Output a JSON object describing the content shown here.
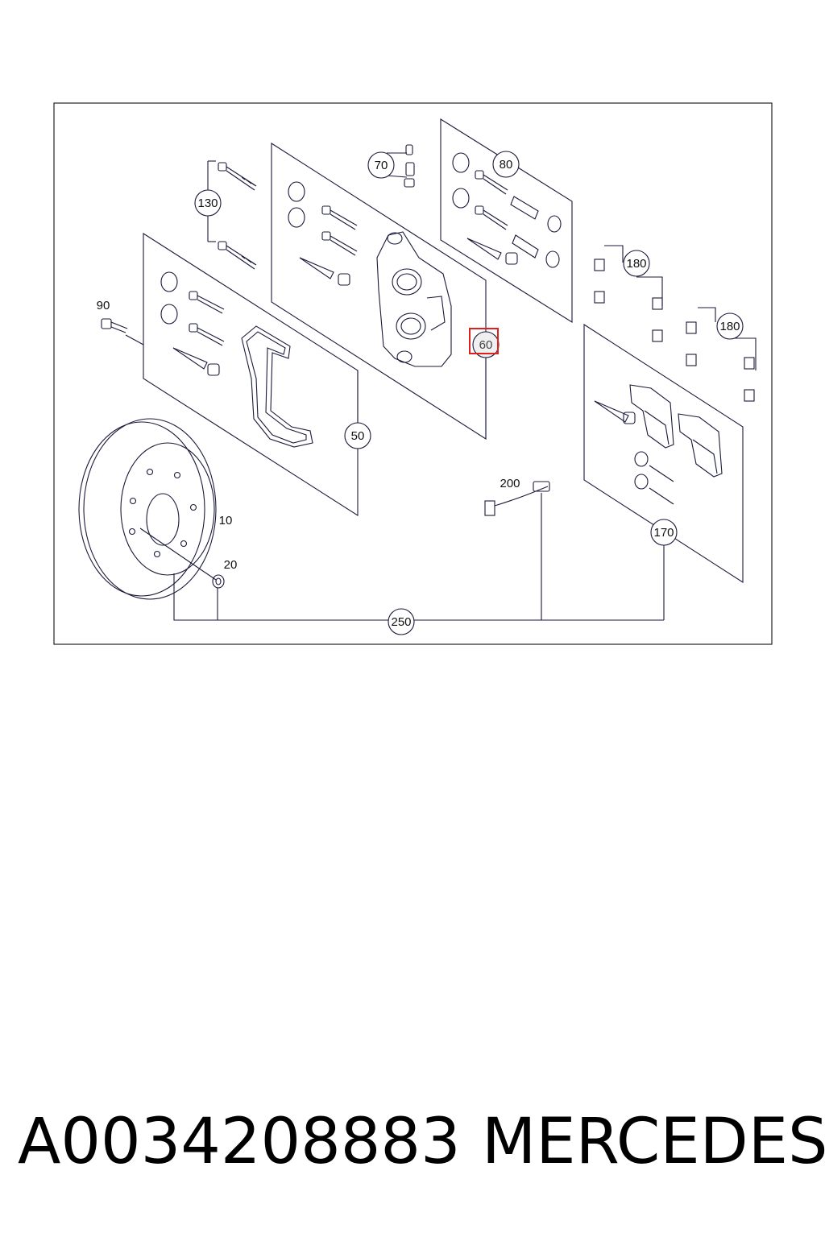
{
  "diagram": {
    "callouts": [
      {
        "id": "c10",
        "label": "10",
        "circled": false
      },
      {
        "id": "c20",
        "label": "20",
        "circled": false
      },
      {
        "id": "c50",
        "label": "50",
        "circled": true
      },
      {
        "id": "c60",
        "label": "60",
        "circled": true,
        "highlighted": true
      },
      {
        "id": "c70",
        "label": "70",
        "circled": true
      },
      {
        "id": "c80",
        "label": "80",
        "circled": true
      },
      {
        "id": "c90",
        "label": "90",
        "circled": false
      },
      {
        "id": "c130",
        "label": "130",
        "circled": true
      },
      {
        "id": "c170",
        "label": "170",
        "circled": true
      },
      {
        "id": "c180a",
        "label": "180",
        "circled": true
      },
      {
        "id": "c180b",
        "label": "180",
        "circled": true
      },
      {
        "id": "c200",
        "label": "200",
        "circled": false
      },
      {
        "id": "c250",
        "label": "250",
        "circled": true
      }
    ],
    "highlight_color": "#e0201c",
    "line_color": "#1a1a3a"
  },
  "footer": {
    "part_number": "A0034208883",
    "brand": "MERCEDES"
  }
}
